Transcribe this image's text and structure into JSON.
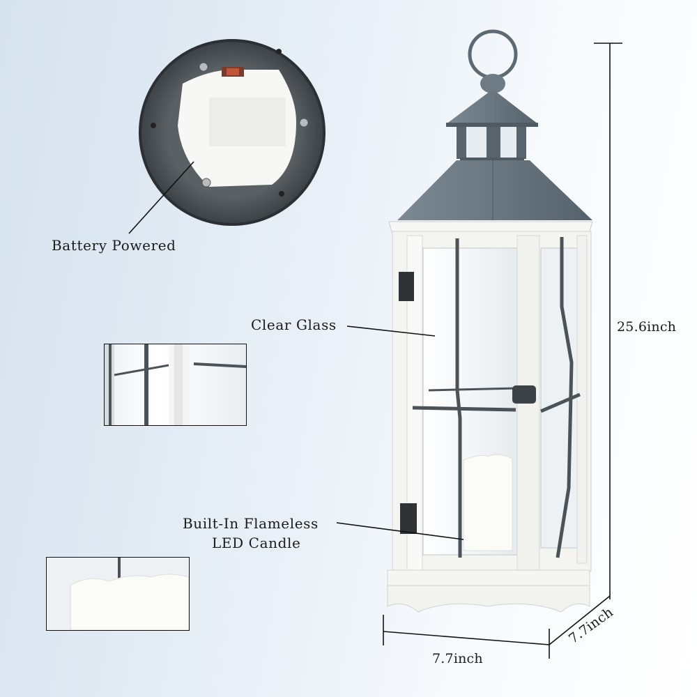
{
  "callouts": {
    "battery": "Battery Powered",
    "glass": "Clear Glass",
    "candle_line1": "Built-In Flameless",
    "candle_line2": "LED Candle"
  },
  "dimensions": {
    "height": "25.6inch",
    "width": "7.7inch",
    "depth": "7.7inch"
  },
  "colors": {
    "roof": "#6e7b85",
    "frame": "#f4f4f1",
    "metal_bar": "#4b5358",
    "background": "#e6eef6"
  }
}
